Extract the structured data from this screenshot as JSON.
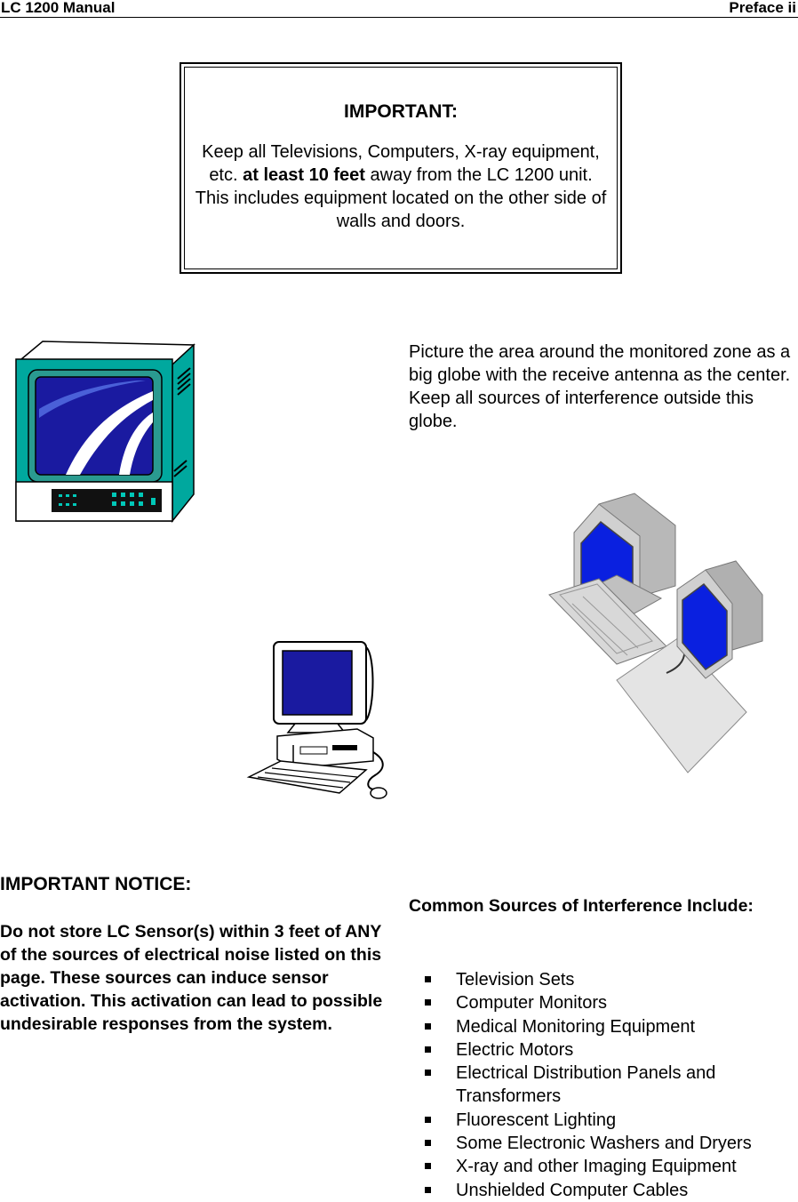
{
  "header": {
    "left": "LC 1200 Manual",
    "right": "Preface ii"
  },
  "important_box": {
    "title": "IMPORTANT:",
    "text_before": "Keep all Televisions, Computers, X-ray equipment, etc. ",
    "text_bold": "at least 10 feet",
    "text_after": " away from the LC 1200 unit. This includes equipment located on the other side of walls and doors."
  },
  "globe_text": "Picture the area around the monitored zone as a big globe with the receive antenna as the center. Keep all sources of interference outside this globe.",
  "notice": {
    "title": "IMPORTANT NOTICE:",
    "body": "Do not store LC Sensor(s) within 3 feet of ANY of the sources of electrical noise listed on this page. These sources can induce sensor activation. This activation can lead to possible undesirable responses from the system."
  },
  "sources": {
    "title": "Common Sources of Interference Include:",
    "items": [
      "Television Sets",
      "Computer Monitors",
      "Medical Monitoring Equipment",
      "Electric Motors",
      "Electrical Distribution Panels and Transformers",
      "Fluorescent Lighting",
      "Some Electronic Washers and Dryers",
      "X-ray and other Imaging Equipment",
      "Unshielded Computer Cables"
    ]
  },
  "illustrations": {
    "tv": "television-clipart",
    "pc": "desktop-computer-clipart",
    "network": "networked-computers-clipart"
  },
  "colors": {
    "tv_body": "#00a89e",
    "screen_blue": "#1a1aa0",
    "monitor_blue": "#0a20e0",
    "gray": "#c8c8c8"
  }
}
